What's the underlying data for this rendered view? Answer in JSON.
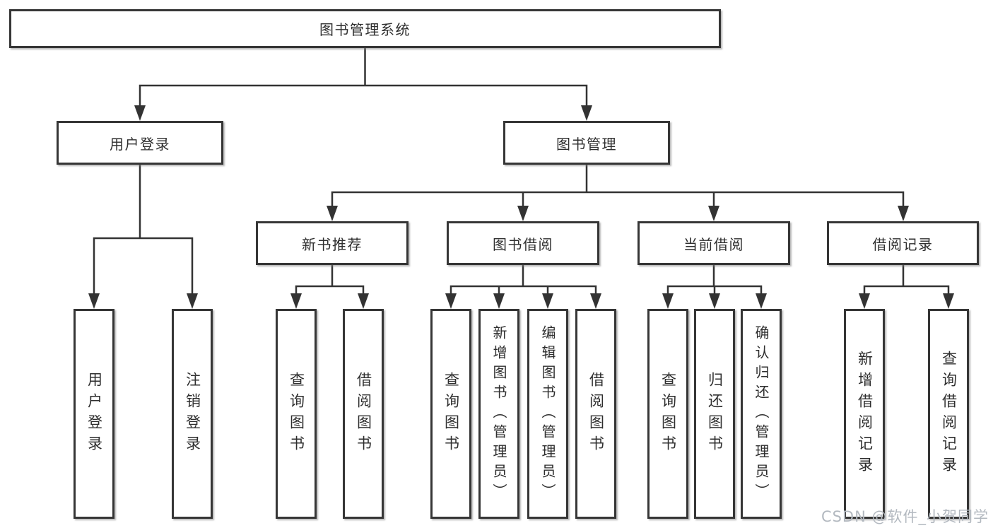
{
  "tree": {
    "root": {
      "label": "图书管理系统"
    },
    "branches": [
      {
        "label": "用户登录",
        "leaves": [
          {
            "label": "用户登录"
          },
          {
            "label": "注销登录"
          }
        ]
      },
      {
        "label": "图书管理",
        "groups": [
          {
            "label": "新书推荐",
            "leaves": [
              {
                "label": "查询图书"
              },
              {
                "label": "借阅图书"
              }
            ]
          },
          {
            "label": "图书借阅",
            "leaves": [
              {
                "label": "查询图书"
              },
              {
                "label": "新增图书（管理员）"
              },
              {
                "label": "编辑图书（管理员）"
              },
              {
                "label": "借阅图书"
              }
            ]
          },
          {
            "label": "当前借阅",
            "leaves": [
              {
                "label": "查询图书"
              },
              {
                "label": "归还图书"
              },
              {
                "label": "确认归还（管理员）"
              }
            ]
          },
          {
            "label": "借阅记录",
            "leaves": [
              {
                "label": "新增借阅记录"
              },
              {
                "label": "查询借阅记录"
              }
            ]
          }
        ]
      }
    ]
  },
  "watermark": {
    "text": "CSDN @软件_小贺同学"
  },
  "colors": {
    "line": "#333333",
    "box_border": "#363636",
    "box_fill": "#ffffff",
    "text": "#2e2e2e",
    "watermark": "#b3b9c0"
  }
}
